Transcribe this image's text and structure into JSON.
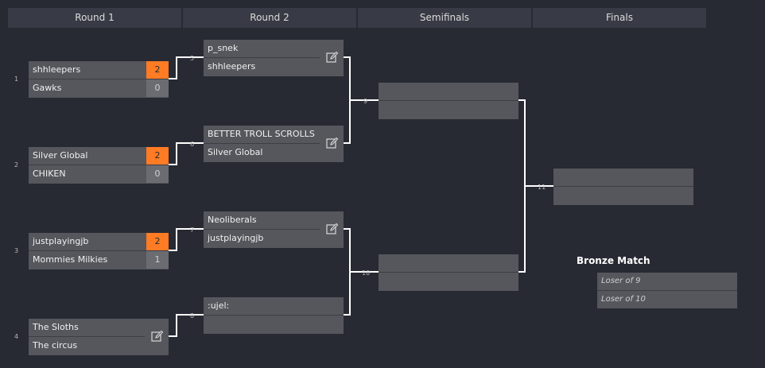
{
  "rounds": [
    "Round 1",
    "Round 2",
    "Semifinals",
    "Finals"
  ],
  "matches": {
    "m1": {
      "number": "1",
      "top": "shhleepers",
      "bottom": "Gawks",
      "top_score": "2",
      "bottom_score": "0"
    },
    "m2": {
      "number": "2",
      "top": "Silver Global",
      "bottom": "CHIKEN",
      "top_score": "2",
      "bottom_score": "0"
    },
    "m3": {
      "number": "3",
      "top": "justplayingjb",
      "bottom": "Mommies Milkies",
      "top_score": "2",
      "bottom_score": "1"
    },
    "m4": {
      "number": "4",
      "top": "The Sloths",
      "bottom": "The circus"
    },
    "m5": {
      "number": "5",
      "top": "p_snek",
      "bottom": "shhleepers"
    },
    "m6": {
      "number": "6",
      "top": "BETTER TROLL SCROLLS",
      "bottom": "Silver Global"
    },
    "m7": {
      "number": "7",
      "top": "Neoliberals",
      "bottom": "justplayingjb"
    },
    "m8": {
      "number": "8",
      "top": ":ujel:",
      "bottom": ""
    },
    "m9": {
      "number": "9",
      "top": "",
      "bottom": ""
    },
    "m10": {
      "number": "10",
      "top": "",
      "bottom": ""
    },
    "m11": {
      "number": "11",
      "top": "",
      "bottom": ""
    }
  },
  "bronze": {
    "title": "Bronze Match",
    "top": "Loser of 9",
    "bottom": "Loser of 10"
  },
  "colors": {
    "background": "#272a33",
    "header": "#383b45",
    "match": "#55575d",
    "winner_score": "#ff7b24",
    "loser_score": "#6a6c72",
    "connector": "#ffffff"
  },
  "icons": {
    "edit": "edit-pencil-icon"
  }
}
